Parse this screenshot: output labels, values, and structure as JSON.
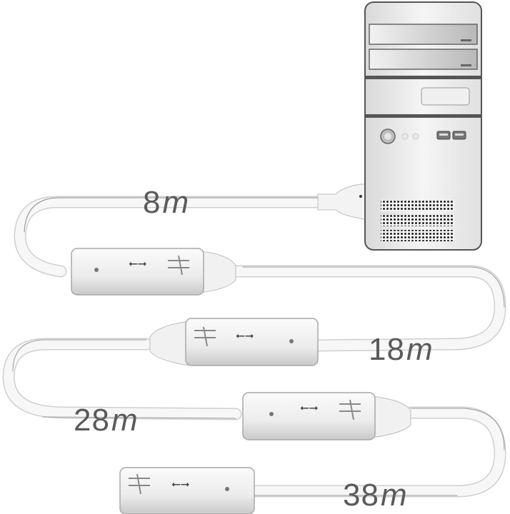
{
  "diagram": {
    "description": "Daisy-chained USB active extension cables running from a desktop PC tower",
    "source_device": {
      "name": "Desktop PC tower",
      "features": [
        "two optical drive bays",
        "front panel",
        "power button",
        "two indicator LEDs",
        "two front USB ports",
        "three ventilation grilles"
      ]
    },
    "cable_segments": [
      {
        "distance": "8",
        "unit": "m"
      },
      {
        "distance": "18",
        "unit": "m"
      },
      {
        "distance": "28",
        "unit": "m"
      },
      {
        "distance": "38",
        "unit": "m"
      }
    ],
    "repeater_count": 3,
    "end_connector": "USB female receptacle",
    "colors": {
      "background": "#ffffff",
      "label_text": "#5a5a5a",
      "cable": "#f4f4f4",
      "cable_outline": "#c8c8c8",
      "tower_body": "#e6e6e6",
      "tower_outline": "#555555"
    }
  }
}
